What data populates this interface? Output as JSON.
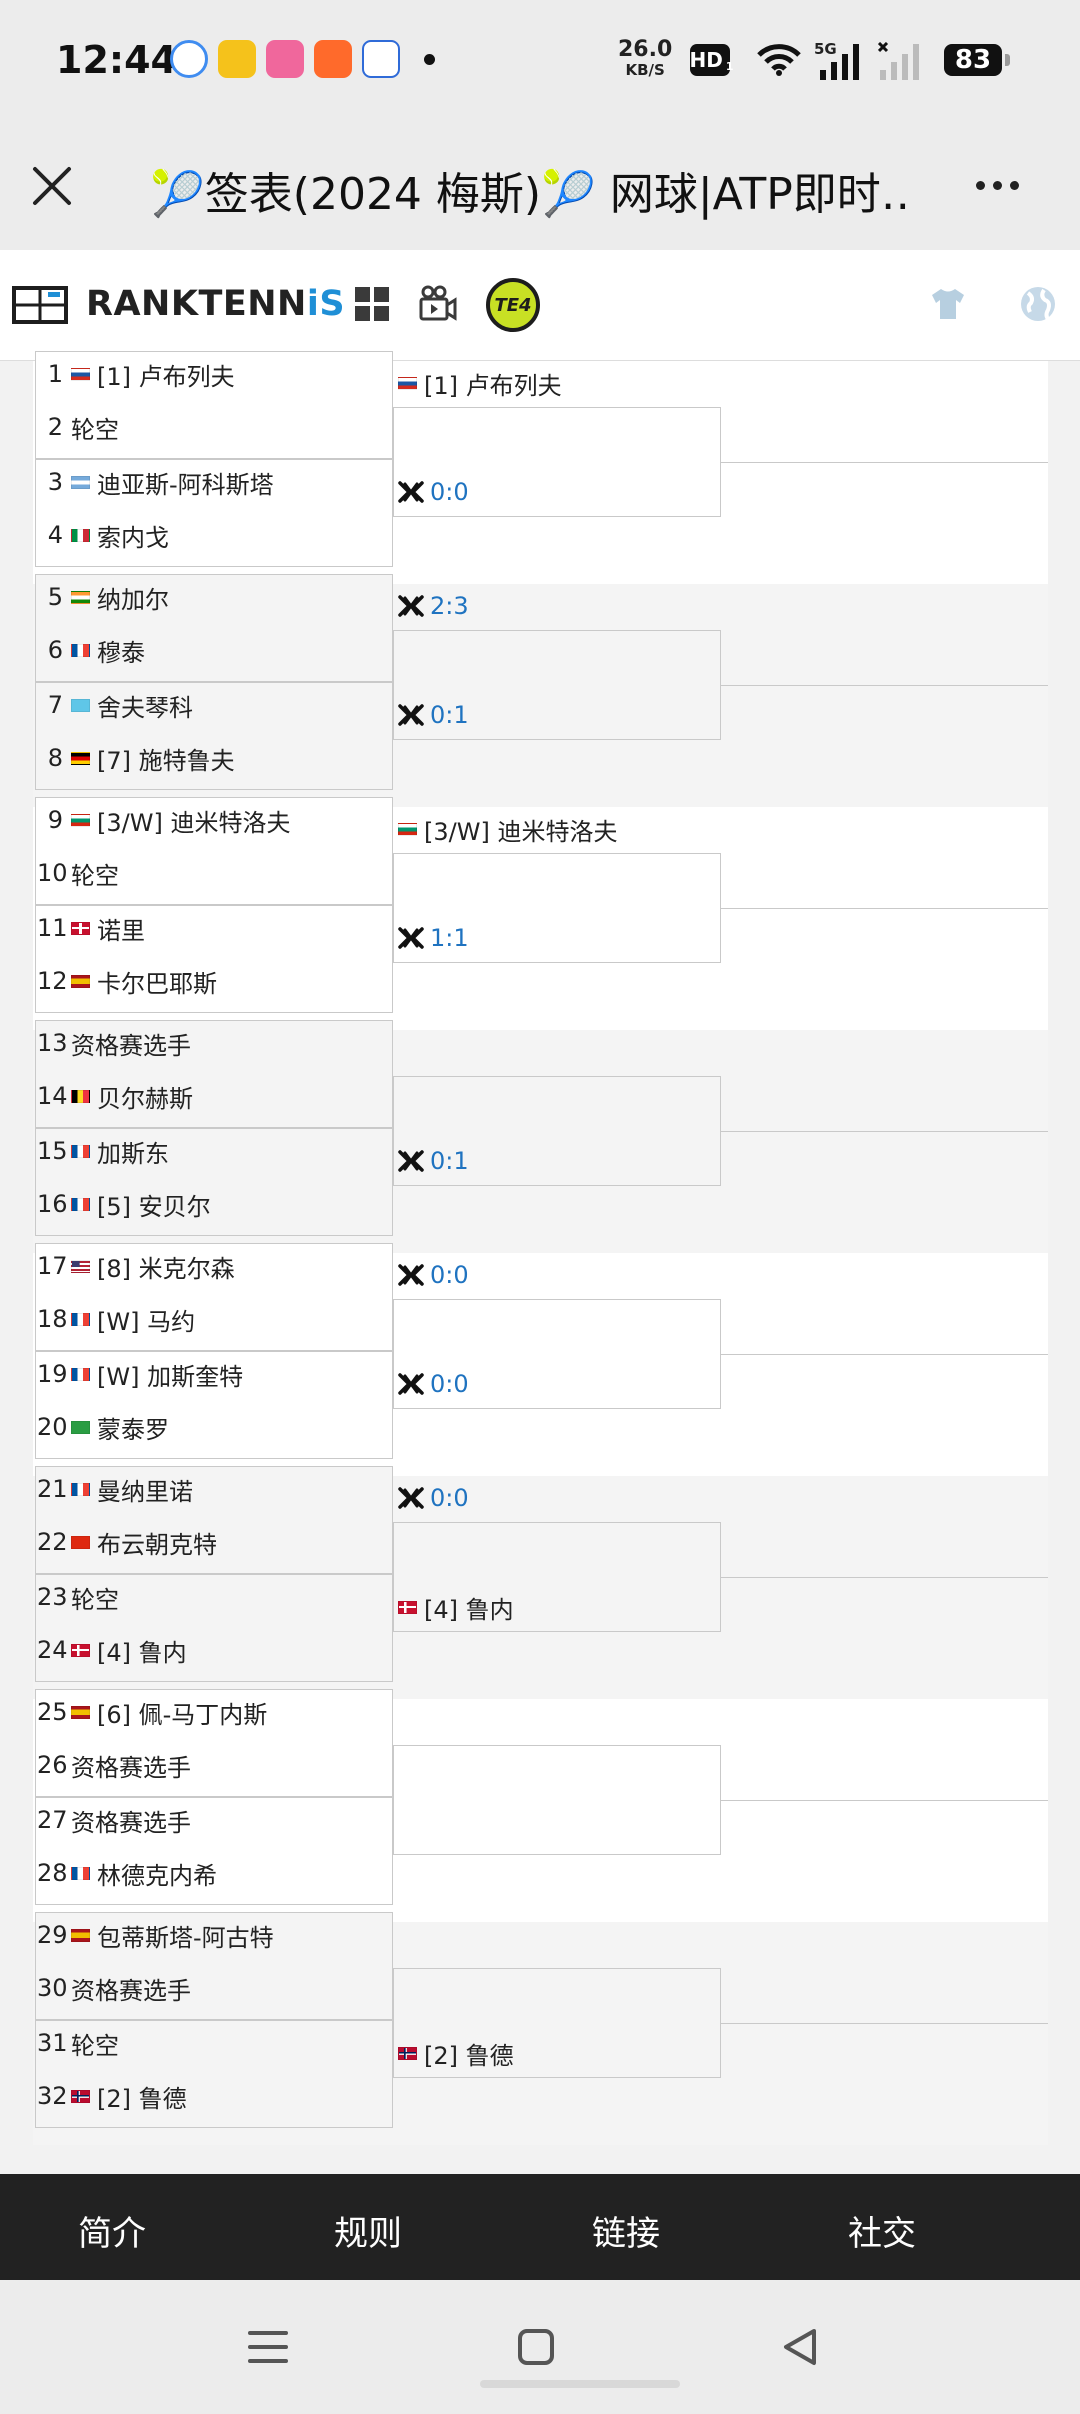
{
  "status_bar": {
    "time": "12:44",
    "net_speed_value": "26.0",
    "net_speed_unit": "KB/S",
    "hd_label": "HD",
    "hd_sub": "1",
    "network_label": "5G",
    "battery": "83"
  },
  "title_bar": {
    "title": "🎾签表(2024 梅斯)🎾 网球|ATP即时…"
  },
  "site": {
    "logo_prefix": "RANKTENN",
    "logo_accent": "iS",
    "badge": "TE4"
  },
  "colors": {
    "accent_blue": "#1f8fd6",
    "score_blue": "#1f73c0",
    "footer_bg": "#222222"
  },
  "players": [
    {
      "num": "1",
      "flag": "ru",
      "name": "[1] 卢布列夫"
    },
    {
      "num": "2",
      "flag": "",
      "name": "轮空"
    },
    {
      "num": "3",
      "flag": "ar",
      "name": "迪亚斯-阿科斯塔"
    },
    {
      "num": "4",
      "flag": "it",
      "name": "索内戈"
    },
    {
      "num": "5",
      "flag": "in",
      "name": "纳加尔"
    },
    {
      "num": "6",
      "flag": "fr",
      "name": "穆泰"
    },
    {
      "num": "7",
      "flag": "kz",
      "name": "舍夫琴科"
    },
    {
      "num": "8",
      "flag": "de",
      "name": "[7] 施特鲁夫"
    },
    {
      "num": "9",
      "flag": "bg",
      "name": "[3/W] 迪米特洛夫"
    },
    {
      "num": "10",
      "flag": "",
      "name": "轮空"
    },
    {
      "num": "11",
      "flag": "gb",
      "name": "诺里"
    },
    {
      "num": "12",
      "flag": "es",
      "name": "卡尔巴耶斯"
    },
    {
      "num": "13",
      "flag": "",
      "name": "资格赛选手"
    },
    {
      "num": "14",
      "flag": "be",
      "name": "贝尔赫斯"
    },
    {
      "num": "15",
      "flag": "fr",
      "name": "加斯东"
    },
    {
      "num": "16",
      "flag": "fr",
      "name": "[5] 安贝尔"
    },
    {
      "num": "17",
      "flag": "us",
      "name": "[8] 米克尔森"
    },
    {
      "num": "18",
      "flag": "fr",
      "name": "[W] 马约"
    },
    {
      "num": "19",
      "flag": "fr",
      "name": "[W] 加斯奎特"
    },
    {
      "num": "20",
      "flag": "br",
      "name": "蒙泰罗"
    },
    {
      "num": "21",
      "flag": "fr",
      "name": "曼纳里诺"
    },
    {
      "num": "22",
      "flag": "cn",
      "name": "布云朝克特"
    },
    {
      "num": "23",
      "flag": "",
      "name": "轮空"
    },
    {
      "num": "24",
      "flag": "dk",
      "name": "[4] 鲁内"
    },
    {
      "num": "25",
      "flag": "es",
      "name": "[6] 佩-马丁内斯"
    },
    {
      "num": "26",
      "flag": "",
      "name": "资格赛选手"
    },
    {
      "num": "27",
      "flag": "",
      "name": "资格赛选手"
    },
    {
      "num": "28",
      "flag": "fr",
      "name": "林德克内希"
    },
    {
      "num": "29",
      "flag": "es",
      "name": "包蒂斯塔-阿古特"
    },
    {
      "num": "30",
      "flag": "",
      "name": "资格赛选手"
    },
    {
      "num": "31",
      "flag": "",
      "name": "轮空"
    },
    {
      "num": "32",
      "flag": "no",
      "name": "[2] 鲁德"
    }
  ],
  "round2": [
    {
      "top": {
        "type": "name",
        "flag": "ru",
        "text": "[1] 卢布列夫"
      },
      "bottom": {
        "type": "score",
        "text": "0:0"
      }
    },
    {
      "top": {
        "type": "score",
        "text": "2:3"
      },
      "bottom": {
        "type": "score",
        "text": "0:1"
      }
    },
    {
      "top": {
        "type": "name",
        "flag": "bg",
        "text": "[3/W] 迪米特洛夫"
      },
      "bottom": {
        "type": "score",
        "text": "1:1"
      }
    },
    {
      "top": null,
      "bottom": {
        "type": "score",
        "text": "0:1"
      }
    },
    {
      "top": {
        "type": "score",
        "text": "0:0"
      },
      "bottom": {
        "type": "score",
        "text": "0:0"
      }
    },
    {
      "top": {
        "type": "score",
        "text": "0:0"
      },
      "bottom": {
        "type": "name",
        "flag": "dk",
        "text": "[4] 鲁内"
      }
    },
    {
      "top": null,
      "bottom": null
    },
    {
      "top": null,
      "bottom": {
        "type": "name",
        "flag": "no",
        "text": "[2] 鲁德"
      }
    }
  ],
  "footer": {
    "items": [
      "简介",
      "规则",
      "链接",
      "社交"
    ]
  }
}
